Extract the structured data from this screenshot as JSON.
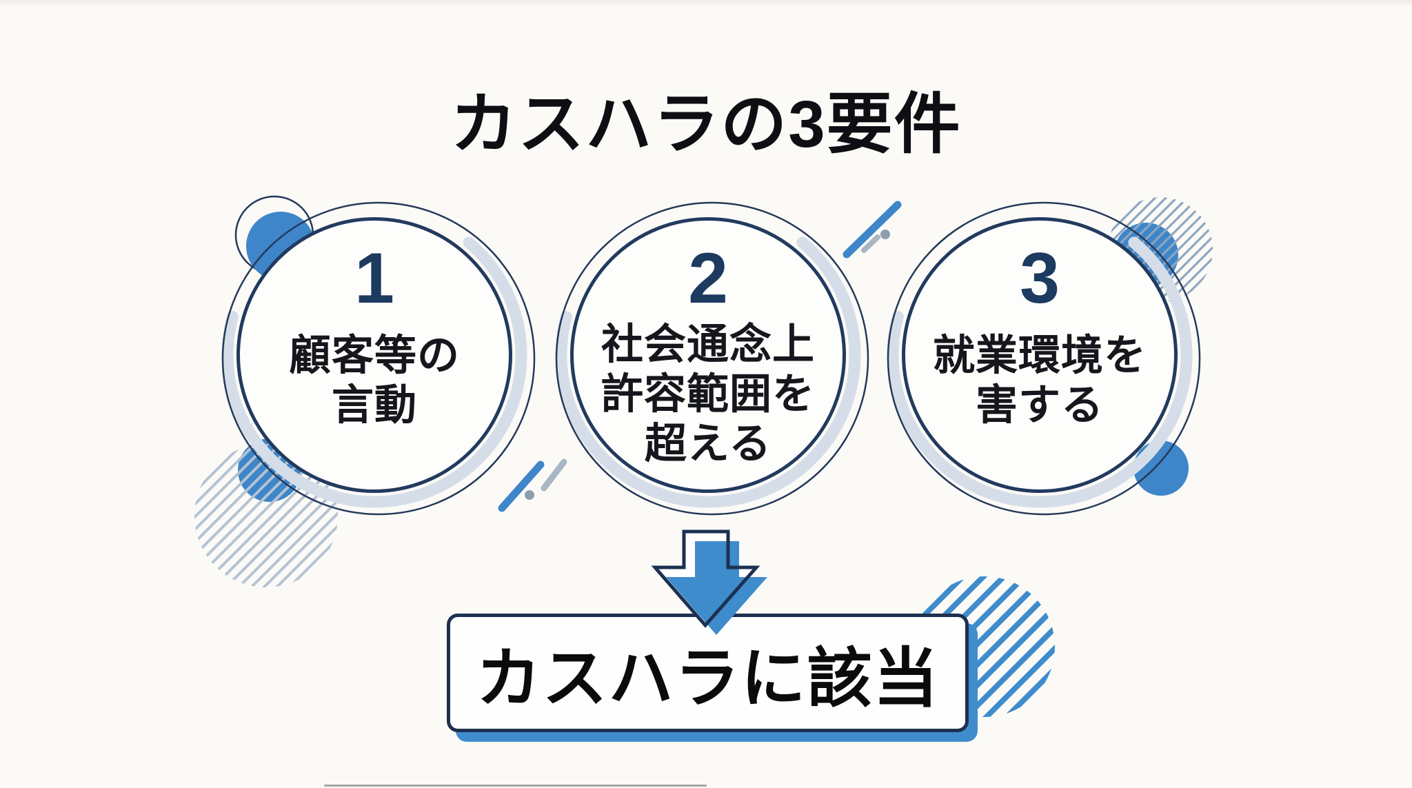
{
  "title": "カスハラの3要件",
  "requirements": [
    {
      "number": "1",
      "lines": [
        "顧客等の",
        "言動"
      ]
    },
    {
      "number": "2",
      "lines": [
        "社会通念上",
        "許容範囲を",
        "超える"
      ]
    },
    {
      "number": "3",
      "lines": [
        "就業環境を",
        "害する"
      ]
    }
  ],
  "conclusion": {
    "label": "カスハラに該当"
  },
  "icons": {
    "arrow": "down-arrow-icon"
  },
  "colors": {
    "background": "#fbfaf7",
    "accent_blue": "#3e86c9",
    "navy_outline": "#223a5e",
    "number_navy": "#1d3a60",
    "shadow_band": "#d5dee8",
    "text_black": "#0d0f13"
  }
}
